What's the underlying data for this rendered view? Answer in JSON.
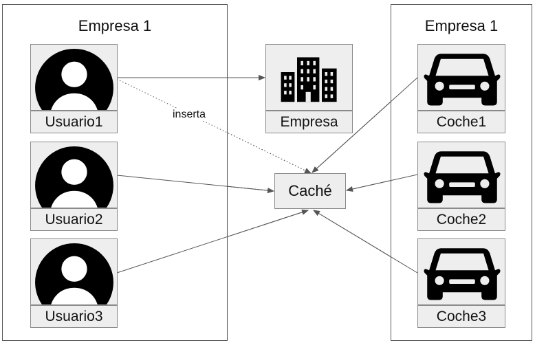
{
  "groups": {
    "left_title": "Empresa 1",
    "right_title": "Empresa 1"
  },
  "nodes": {
    "usuarios": [
      "Usuario1",
      "Usuario2",
      "Usuario3"
    ],
    "coches": [
      "Coche1",
      "Coche2",
      "Coche3"
    ],
    "empresa": "Empresa",
    "cache": "Caché"
  },
  "edges": {
    "inserta_label": "inserta"
  },
  "icons": {
    "user": "user-avatar-icon",
    "car": "car-icon",
    "building": "building-icon"
  },
  "colors": {
    "tile_fill": "#eeeeee",
    "tile_border": "#8a8a8a",
    "group_border": "#555555",
    "arrow": "#555555",
    "icon": "#000000"
  }
}
